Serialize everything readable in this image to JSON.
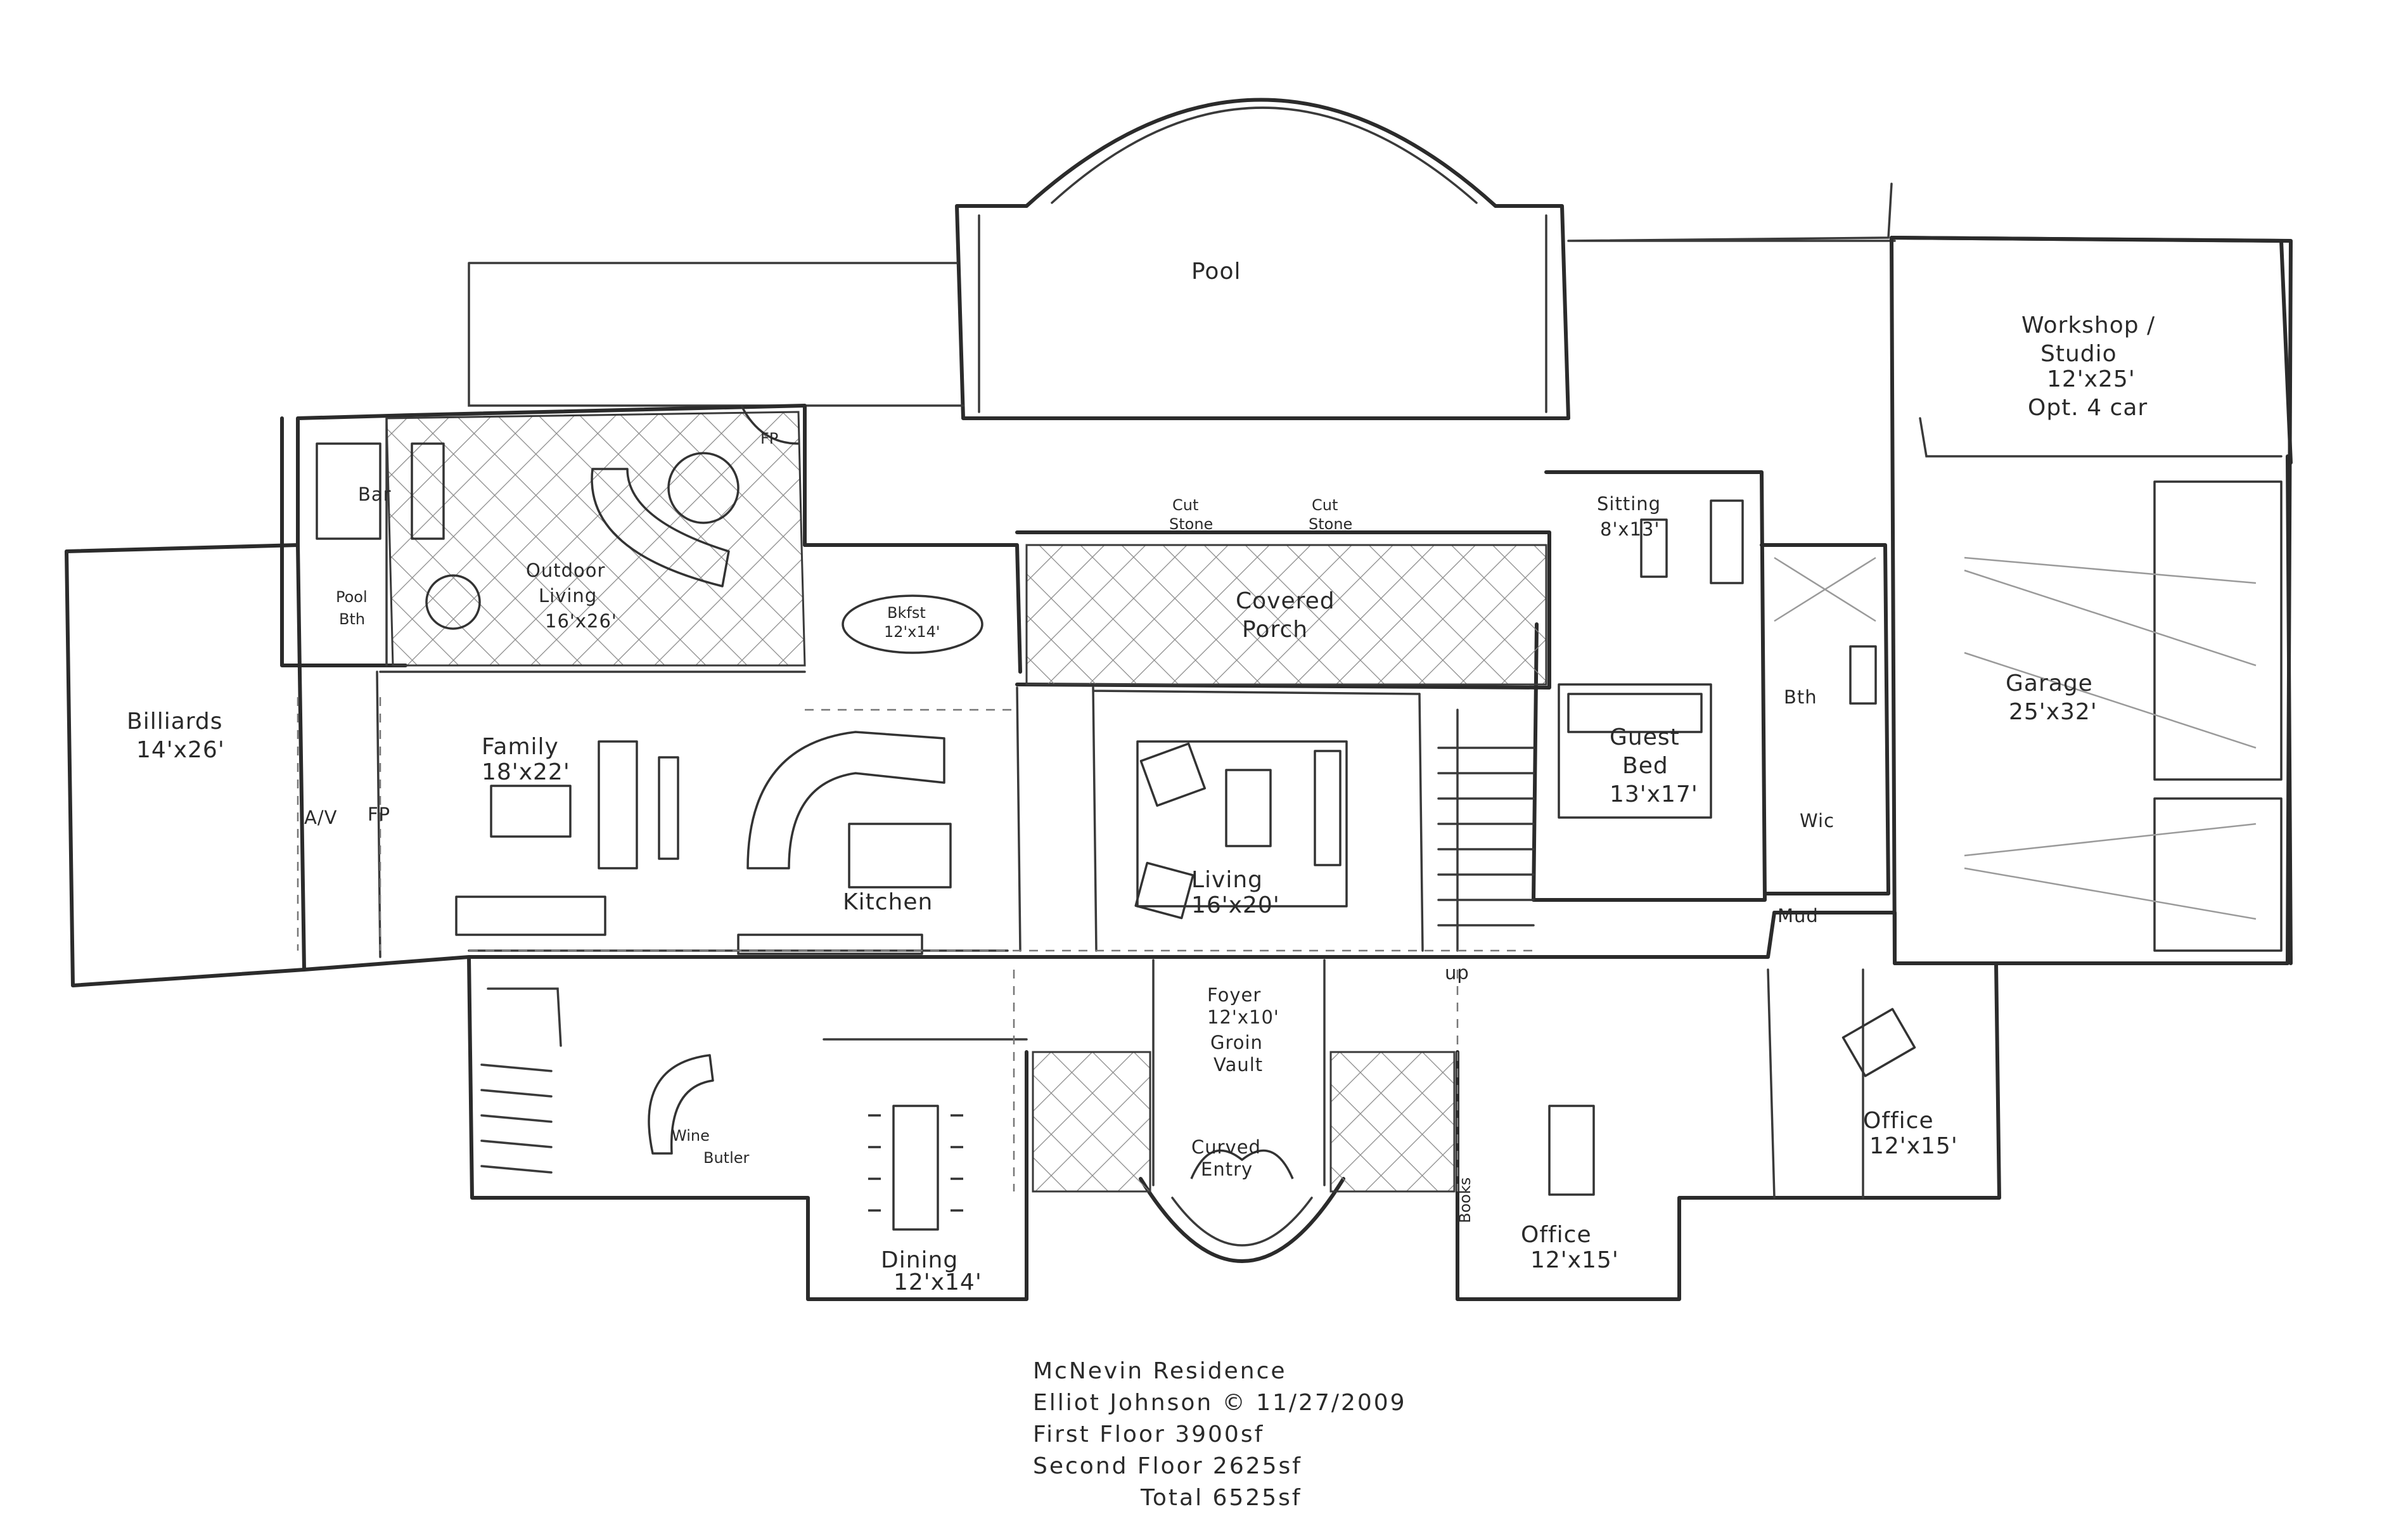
{
  "rooms": {
    "pool": "Pool",
    "workshop_1": "Workshop /",
    "workshop_2": "Studio",
    "workshop_3": "12'x25'",
    "workshop_4": "Opt. 4 car",
    "bar": "Bar",
    "fp_outdoor": "FP",
    "outdoor_1": "Outdoor",
    "outdoor_2": "Living",
    "outdoor_3": "16'x26'",
    "pool_bath_1": "Pool",
    "pool_bath_2": "Bth",
    "cut_stone_1a": "Cut",
    "cut_stone_1b": "Stone",
    "cut_stone_2a": "Cut",
    "cut_stone_2b": "Stone",
    "sitting_1": "Sitting",
    "sitting_2": "8'x13'",
    "bkfst_1": "Bkfst",
    "bkfst_2": "12'x14'",
    "porch_1": "Covered",
    "porch_2": "Porch",
    "billiards_1": "Billiards",
    "billiards_2": "14'x26'",
    "family_1": "Family",
    "family_2": "18'x22'",
    "av": "A/V",
    "fp_family": "FP",
    "kitchen": "Kitchen",
    "living_1": "Living",
    "living_2": "16'x20'",
    "up": "up",
    "guest_1": "Guest",
    "guest_2": "Bed",
    "guest_3": "13'x17'",
    "bath": "Bth",
    "wic": "Wic",
    "mud": "Mud",
    "garage_1": "Garage",
    "garage_2": "25'x32'",
    "foyer_1": "Foyer",
    "foyer_2": "12'x10'",
    "foyer_3": "Groin",
    "foyer_4": "Vault",
    "entry_1": "Curved",
    "entry_2": "Entry",
    "wine": "Wine",
    "butler": "Butler",
    "dining_1": "Dining",
    "dining_2": "12'x14'",
    "books": "Books",
    "office_1a": "Office",
    "office_1b": "12'x15'",
    "office_2a": "Office",
    "office_2b": "12'x15'"
  },
  "title_block": {
    "line1": "McNevin Residence",
    "line2": "Elliot Johnson © 11/27/2009",
    "line3": "First Floor 3900sf",
    "line4": "Second Floor 2625sf",
    "line5": "Total 6525sf"
  }
}
